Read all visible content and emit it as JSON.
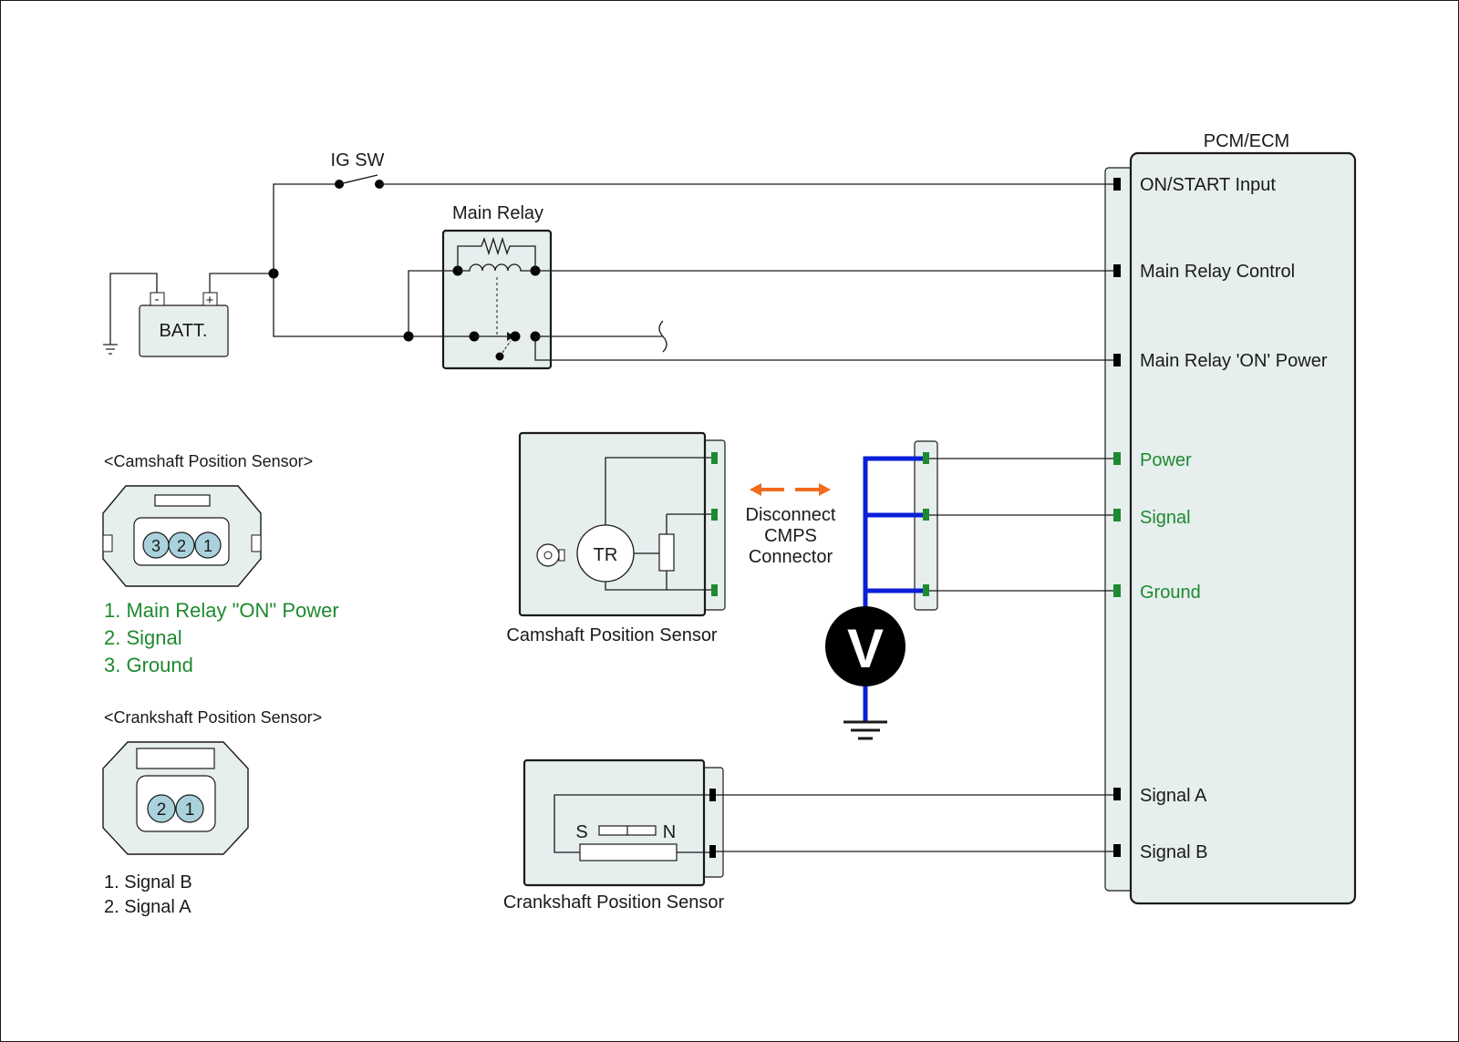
{
  "ig_sw": "IG SW",
  "main_relay": "Main Relay",
  "battery": "BATT.",
  "battery_neg": "-",
  "battery_pos": "+",
  "pcm": {
    "title": "PCM/ECM",
    "terminals": {
      "on_start": "ON/START Input",
      "relay_control": "Main Relay Control",
      "relay_on_power": "Main Relay 'ON' Power",
      "power": "Power",
      "signal": "Signal",
      "ground": "Ground",
      "signal_a": "Signal A",
      "signal_b": "Signal B"
    }
  },
  "cmp_connector": {
    "title": "<Camshaft Position Sensor>",
    "pins": [
      "3",
      "2",
      "1"
    ],
    "legend": [
      "1. Main Relay \"ON\" Power",
      "2. Signal",
      "3. Ground"
    ]
  },
  "ckp_connector": {
    "title": "<Crankshaft Position Sensor>",
    "pins": [
      "2",
      "1"
    ],
    "legend": [
      "1. Signal B",
      "2. Signal A"
    ]
  },
  "cmp_sensor": {
    "label": "Camshaft Position Sensor",
    "tr": "TR"
  },
  "ckp_sensor": {
    "label": "Crankshaft Position Sensor",
    "s": "S",
    "n": "N"
  },
  "disconnect_note": [
    "Disconnect",
    "CMPS",
    "Connector"
  ],
  "voltmeter": "V",
  "colors": {
    "terminal_green": "#1e8a2e",
    "probe_blue": "#0a1fd8",
    "arrow_orange": "#f26a1b",
    "component_fill": "#e6eeee",
    "pin_fill": "#a9d2dc"
  }
}
